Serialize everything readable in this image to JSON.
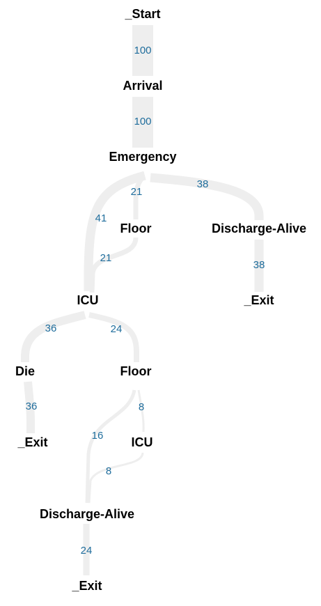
{
  "colors": {
    "edge_fill": "#eeeeee",
    "edge_label": "#1f6d9c",
    "node_text": "#000000",
    "background": "#ffffff"
  },
  "nodes": {
    "start": "_Start",
    "arrival": "Arrival",
    "emergency": "Emergency",
    "floor_1": "Floor",
    "discharge_alive_1": "Discharge-Alive",
    "exit_1": "_Exit",
    "icu_1": "ICU",
    "die": "Die",
    "floor_2": "Floor",
    "exit_2": "_Exit",
    "icu_2": "ICU",
    "discharge_alive_2": "Discharge-Alive",
    "exit_3": "_Exit"
  },
  "edges": [
    {
      "id": "start-arrival",
      "from": "start",
      "to": "arrival",
      "count": 100,
      "label": "100"
    },
    {
      "id": "arrival-emergency",
      "from": "arrival",
      "to": "emergency",
      "count": 100,
      "label": "100"
    },
    {
      "id": "emergency-floor",
      "from": "emergency",
      "to": "floor_1",
      "count": 21,
      "label": "21"
    },
    {
      "id": "emergency-icu",
      "from": "emergency",
      "to": "icu_1",
      "count": 41,
      "label": "41"
    },
    {
      "id": "emergency-discharge",
      "from": "emergency",
      "to": "discharge_alive_1",
      "count": 38,
      "label": "38"
    },
    {
      "id": "discharge-exit",
      "from": "discharge_alive_1",
      "to": "exit_1",
      "count": 38,
      "label": "38"
    },
    {
      "id": "floor-icu",
      "from": "floor_1",
      "to": "icu_1",
      "count": 21,
      "label": "21"
    },
    {
      "id": "icu-die",
      "from": "icu_1",
      "to": "die",
      "count": 36,
      "label": "36"
    },
    {
      "id": "icu-floor",
      "from": "icu_1",
      "to": "floor_2",
      "count": 24,
      "label": "24"
    },
    {
      "id": "die-exit",
      "from": "die",
      "to": "exit_2",
      "count": 36,
      "label": "36"
    },
    {
      "id": "floor-icu2",
      "from": "floor_2",
      "to": "icu_2",
      "count": 8,
      "label": "8"
    },
    {
      "id": "floor-discharge",
      "from": "floor_2",
      "to": "discharge_alive_2",
      "count": 16,
      "label": "16"
    },
    {
      "id": "icu2-discharge",
      "from": "icu_2",
      "to": "discharge_alive_2",
      "count": 8,
      "label": "8"
    },
    {
      "id": "discharge2-exit",
      "from": "discharge_alive_2",
      "to": "exit_3",
      "count": 24,
      "label": "24"
    }
  ]
}
